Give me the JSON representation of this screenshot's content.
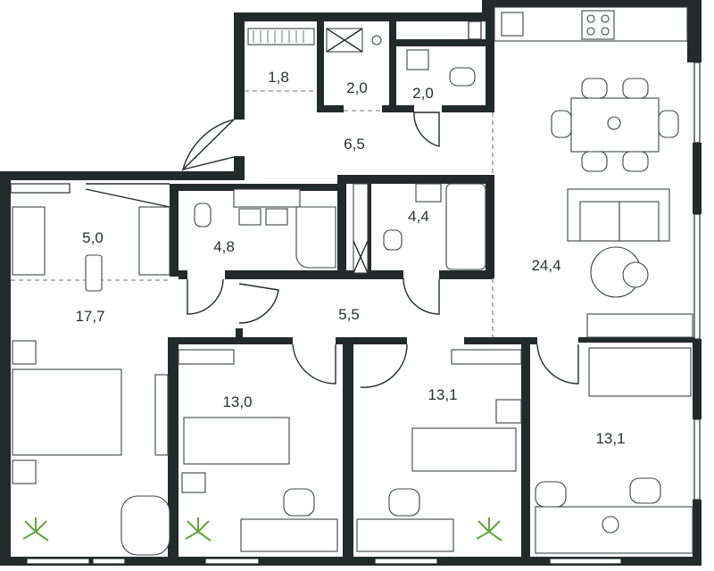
{
  "rooms": [
    {
      "id": "wardrobe-1-8",
      "area": "1,8"
    },
    {
      "id": "utility-2-0",
      "area": "2,0"
    },
    {
      "id": "wc-2-0",
      "area": "2,0"
    },
    {
      "id": "hall-6-5",
      "area": "6,5"
    },
    {
      "id": "dressing-5-0",
      "area": "5,0"
    },
    {
      "id": "bathroom-4-8",
      "area": "4,8"
    },
    {
      "id": "bathroom-4-4",
      "area": "4,4"
    },
    {
      "id": "bedroom-17-7",
      "area": "17,7"
    },
    {
      "id": "corridor-5-5",
      "area": "5,5"
    },
    {
      "id": "living-24-4",
      "area": "24,4"
    },
    {
      "id": "bedroom-13-0",
      "area": "13,0"
    },
    {
      "id": "bedroom-13-1-a",
      "area": "13,1"
    },
    {
      "id": "bedroom-13-1-b",
      "area": "13,1"
    }
  ],
  "colors": {
    "wall": "#232b2a",
    "plant": "#5fa83a",
    "line": "#3c4443"
  }
}
